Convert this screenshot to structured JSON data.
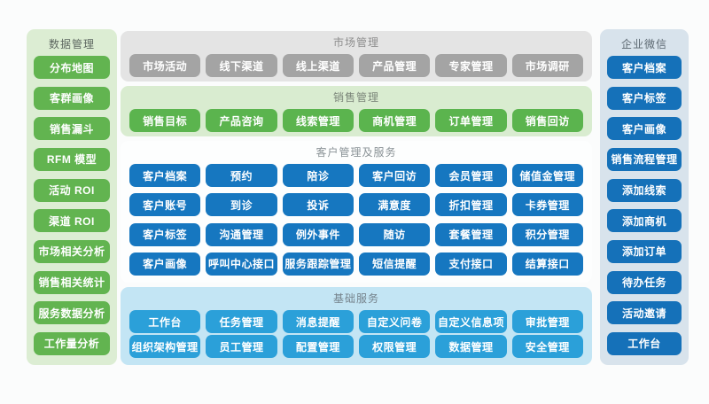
{
  "page": {
    "background": "#fbfcfc"
  },
  "left_panel": {
    "title": "数据管理",
    "bg": "#dcedd3",
    "title_color": "#5d6760",
    "button_color": "#62b450",
    "items": [
      "分布地图",
      "客群画像",
      "销售漏斗",
      "RFM 模型",
      "活动 ROI",
      "渠道 ROI",
      "市场相关分析",
      "销售相关统计",
      "服务数据分析",
      "工作量分析"
    ]
  },
  "middle_sections": [
    {
      "title": "市场管理",
      "bg": "#e4e4e4",
      "title_color": "#8d8d8d",
      "button_color": "#a4a4a4",
      "height": 57,
      "rows": [
        [
          "市场活动",
          "线下渠道",
          "线上渠道",
          "产品管理",
          "专家管理",
          "市场调研"
        ]
      ]
    },
    {
      "title": "销售管理",
      "bg": "#d9ecd0",
      "title_color": "#7c867a",
      "button_color": "#5bb44e",
      "height": 57,
      "rows": [
        [
          "销售目标",
          "产品咨询",
          "线索管理",
          "商机管理",
          "订单管理",
          "销售回访"
        ]
      ]
    },
    {
      "title": "客户管理及服务",
      "bg": "#fdfefe",
      "title_color": "#8a9296",
      "button_color": "#1677c0",
      "height": 160,
      "rows": [
        [
          "客户档案",
          "预约",
          "陪诊",
          "客户回访",
          "会员管理",
          "储值金管理"
        ],
        [
          "客户账号",
          "到诊",
          "投诉",
          "满意度",
          "折扣管理",
          "卡券管理"
        ],
        [
          "客户标签",
          "沟通管理",
          "例外事件",
          "随访",
          "套餐管理",
          "积分管理"
        ],
        [
          "客户画像",
          "呼叫中心接口",
          "服务跟踪管理",
          "短信提醒",
          "支付接口",
          "结算接口"
        ]
      ]
    },
    {
      "title": "基础服务",
      "bg": "#c3e5f4",
      "title_color": "#75828b",
      "button_color": "#2ba0d9",
      "height": 88,
      "rows": [
        [
          "工作台",
          "任务管理",
          "消息提醒",
          "自定义问卷",
          "自定义信息项",
          "审批管理"
        ],
        [
          "组织架构管理",
          "员工管理",
          "配置管理",
          "权限管理",
          "数据管理",
          "安全管理"
        ]
      ]
    }
  ],
  "right_panel": {
    "title": "企业微信",
    "bg": "#d8e3ec",
    "title_color": "#5b6770",
    "button_color": "#1571b9",
    "items": [
      "客户档案",
      "客户标签",
      "客户画像",
      "销售流程管理",
      "添加线索",
      "添加商机",
      "添加订单",
      "待办任务",
      "活动邀请",
      "工作台"
    ]
  }
}
